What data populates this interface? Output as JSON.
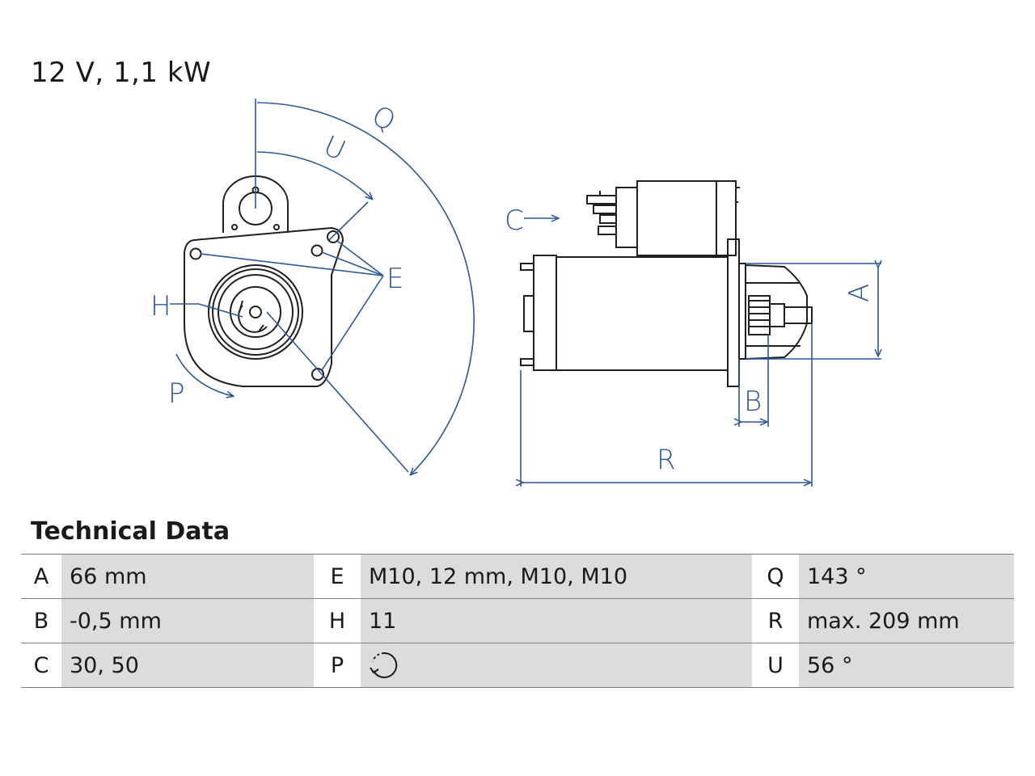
{
  "spec": {
    "title": "12 V, 1,1 kW"
  },
  "diagram": {
    "labels": {
      "Q": "Q",
      "U": "U",
      "E": "E",
      "H": "H",
      "P": "P",
      "C": "C",
      "A": "A",
      "B": "B",
      "R": "R"
    },
    "colors": {
      "line": "#1f1f1f",
      "dimension": "#2d56a0"
    }
  },
  "technical_data": {
    "heading": "Technical Data",
    "rows": [
      [
        {
          "key": "A",
          "value": "66 mm"
        },
        {
          "key": "E",
          "value": "M10, 12 mm, M10, M10"
        },
        {
          "key": "Q",
          "value": "143 °"
        }
      ],
      [
        {
          "key": "B",
          "value": "-0,5 mm"
        },
        {
          "key": "H",
          "value": "11"
        },
        {
          "key": "R",
          "value": "max. 209 mm"
        }
      ],
      [
        {
          "key": "C",
          "value": "30, 50"
        },
        {
          "key": "P",
          "value": "",
          "icon": "rotation-clockwise-icon"
        },
        {
          "key": "U",
          "value": "56 °"
        }
      ]
    ]
  }
}
